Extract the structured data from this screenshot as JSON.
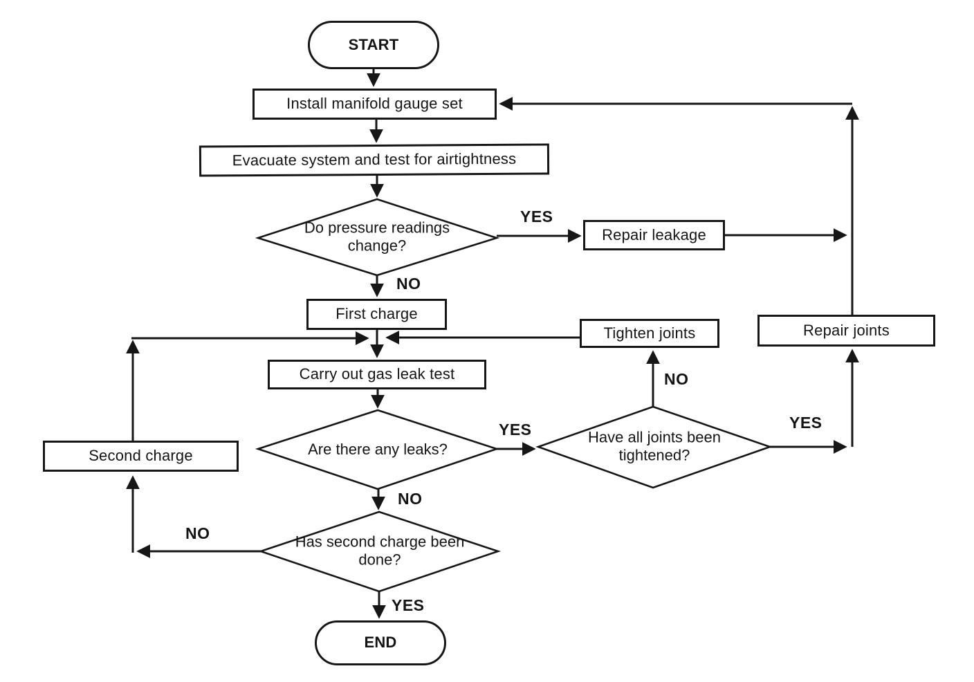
{
  "flowchart": {
    "nodes": {
      "start": "START",
      "install_gauge": "Install manifold gauge set",
      "evacuate": "Evacuate system and test for airtightness",
      "pressure_change": "Do pressure readings change?",
      "repair_leakage": "Repair leakage",
      "first_charge": "First charge",
      "gas_leak_test": "Carry out gas leak test",
      "tighten_joints": "Tighten joints",
      "repair_joints": "Repair joints",
      "any_leaks": "Are there any leaks?",
      "joints_tightened": "Have all joints been tightened?",
      "second_charge": "Second charge",
      "second_charge_done": "Has second charge been done?",
      "end": "END"
    },
    "edge_labels": {
      "pressure_yes": "YES",
      "pressure_no": "NO",
      "leaks_yes": "YES",
      "leaks_no": "NO",
      "tightened_no": "NO",
      "tightened_yes": "YES",
      "second_no": "NO",
      "second_yes": "YES"
    },
    "colors": {
      "line": "#161616",
      "background": "#ffffff",
      "text": "#141414"
    }
  }
}
